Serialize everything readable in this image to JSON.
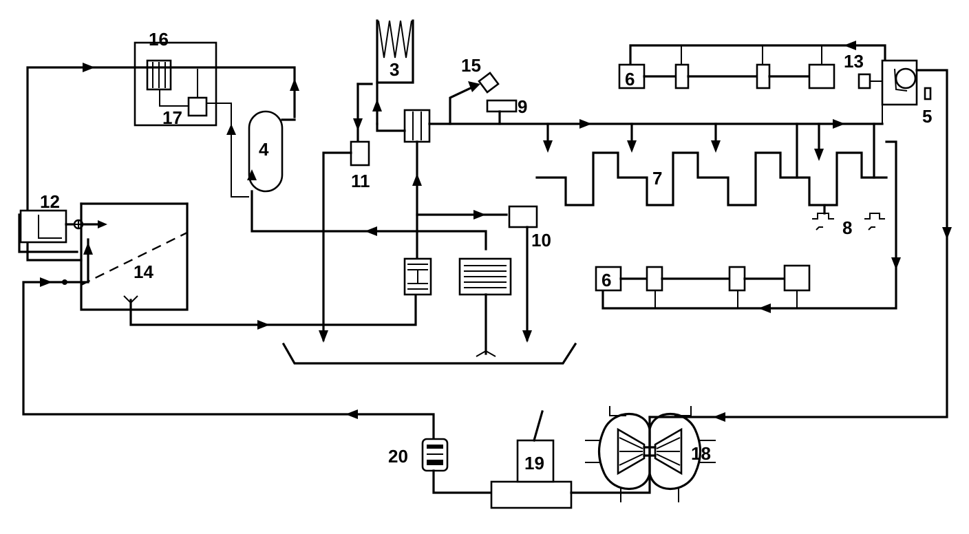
{
  "diagram": {
    "labels": {
      "n3": "3",
      "n4": "4",
      "n5": "5",
      "n6a": "6",
      "n6b": "6",
      "n7": "7",
      "n8": "8",
      "n9": "9",
      "n10": "10",
      "n11": "11",
      "n12": "12",
      "n13": "13",
      "n14": "14",
      "n15": "15",
      "n16": "16",
      "n17": "17",
      "n18": "18",
      "n19": "19",
      "n20": "20"
    },
    "line_color": "#000000",
    "background": "#ffffff"
  }
}
